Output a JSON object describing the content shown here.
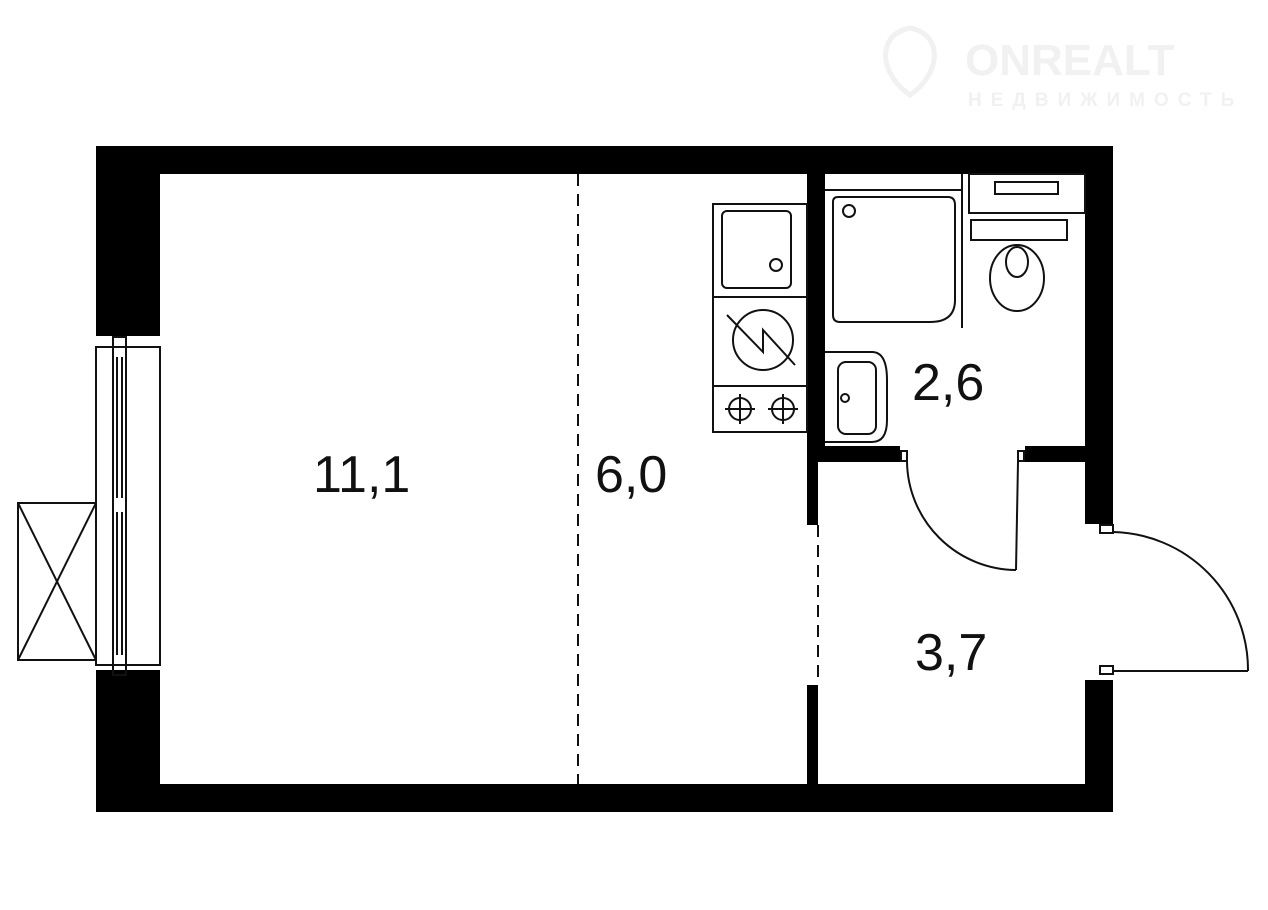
{
  "plan": {
    "rooms": [
      {
        "id": "living",
        "area": "11,1"
      },
      {
        "id": "kitchen",
        "area": "6,0"
      },
      {
        "id": "bathroom",
        "area": "2,6"
      },
      {
        "id": "hallway",
        "area": "3,7"
      }
    ]
  },
  "watermark": {
    "brand": "ONREALT",
    "tagline": "НЕДВИЖИМОСТЬ"
  },
  "colors": {
    "wall": "#000000",
    "line": "#111111",
    "background": "#ffffff"
  }
}
